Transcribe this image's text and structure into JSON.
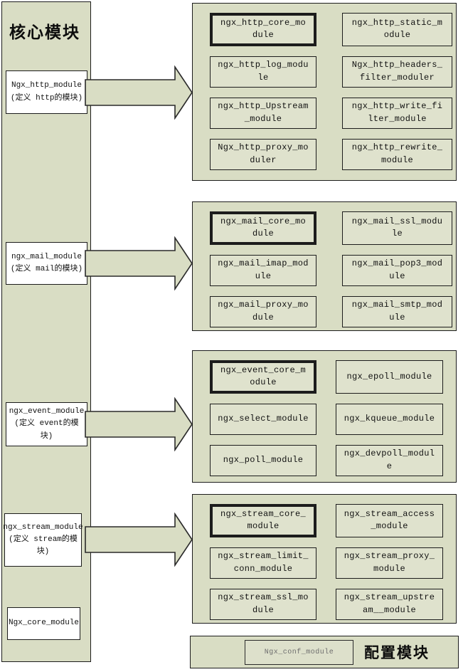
{
  "left_panel": {
    "title": "核心模块",
    "boxes": [
      {
        "label": "Ngx_http_module\n(定义 http的模块)"
      },
      {
        "label": "ngx_mail_module\n(定义 mail的模块)"
      },
      {
        "label": "ngx_event_module\n(定义 event的模块)"
      },
      {
        "label": "ngx_stream_module\n(定义 stream的模块)"
      },
      {
        "label": "Ngx_core_module"
      }
    ]
  },
  "groups": [
    {
      "name": "http-modules",
      "modules": [
        {
          "label": "ngx_http_core_module",
          "core": true
        },
        {
          "label": "ngx_http_static_module",
          "core": false
        },
        {
          "label": "ngx_http_log_module",
          "core": false
        },
        {
          "label": "Ngx_http_headers_filter_moduler",
          "core": false
        },
        {
          "label": "ngx_http_Upstream_module",
          "core": false
        },
        {
          "label": "ngx_http_write_filter_module",
          "core": false
        },
        {
          "label": "Ngx_http_proxy_moduler",
          "core": false
        },
        {
          "label": "ngx_http_rewrite_module",
          "core": false
        }
      ]
    },
    {
      "name": "mail-modules",
      "modules": [
        {
          "label": "ngx_mail_core_module",
          "core": true
        },
        {
          "label": "ngx_mail_ssl_module",
          "core": false
        },
        {
          "label": "ngx_mail_imap_module",
          "core": false
        },
        {
          "label": "ngx_mail_pop3_module",
          "core": false
        },
        {
          "label": "ngx_mail_proxy_module",
          "core": false
        },
        {
          "label": "ngx_mail_smtp_module",
          "core": false
        }
      ]
    },
    {
      "name": "event-modules",
      "modules": [
        {
          "label": "ngx_event_core_module",
          "core": true
        },
        {
          "label": "ngx_epoll_module",
          "core": false
        },
        {
          "label": "ngx_select_module",
          "core": false
        },
        {
          "label": "ngx_kqueue_module",
          "core": false
        },
        {
          "label": "ngx_poll_module",
          "core": false
        },
        {
          "label": "ngx_devpoll_module",
          "core": false
        }
      ]
    },
    {
      "name": "stream-modules",
      "modules": [
        {
          "label": "ngx_stream_core_module",
          "core": true
        },
        {
          "label": "ngx_stream_access_module",
          "core": false
        },
        {
          "label": "ngx_stream_limit_conn_module",
          "core": false
        },
        {
          "label": "ngx_stream_proxy_module",
          "core": false
        },
        {
          "label": "ngx_stream_ssl_module",
          "core": false
        },
        {
          "label": "ngx_stream_upstream__module",
          "core": false
        }
      ]
    }
  ],
  "config_panel": {
    "module_label": "Ngx_conf_module",
    "title": "配置模块"
  },
  "colors": {
    "panel_fill": "#d9ddc4",
    "module_box_fill": "#dfe2cd",
    "border": "#1c1c1c",
    "page_bg": "#ffffff",
    "conf_text": "#6e6e6e"
  }
}
